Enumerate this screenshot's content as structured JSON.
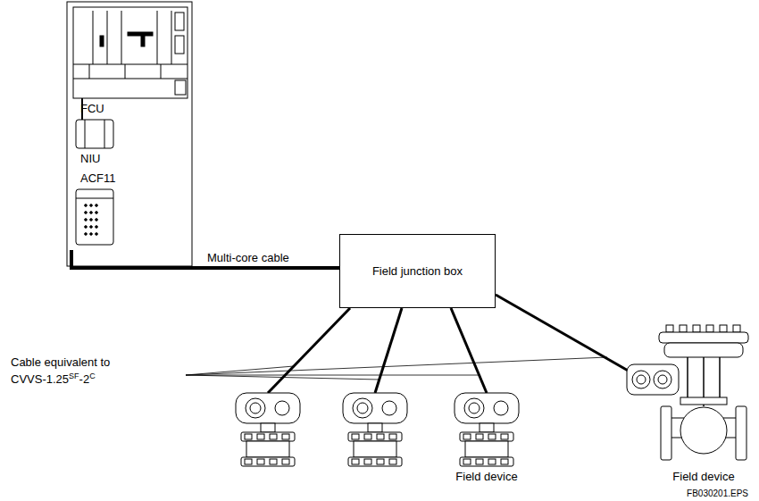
{
  "diagram": {
    "nodes": [
      {
        "text": [
          "Field junction box"
        ]
      }
    ],
    "labels": [
      "FCU",
      "NIU",
      "ACF11",
      "Multi-core cable",
      "Cable equivalent to",
      "CVVS-1.25",
      "SF",
      "-2",
      "C",
      "Field device",
      "Field device",
      "FB030201.EPS"
    ]
  }
}
